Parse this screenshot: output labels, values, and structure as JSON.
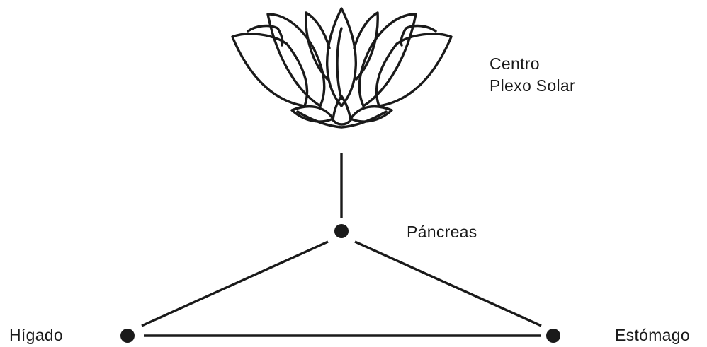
{
  "labels": {
    "centro_line1": "Centro",
    "centro_line2": "Plexo Solar",
    "pancreas": "Páncreas",
    "higado": "Hígado",
    "estomago": "Estómago"
  },
  "icons": {
    "flower": "lotus-flower-icon",
    "node": "filled-circle-node"
  },
  "colors": {
    "ink": "#1a1a1a",
    "background": "#ffffff"
  }
}
